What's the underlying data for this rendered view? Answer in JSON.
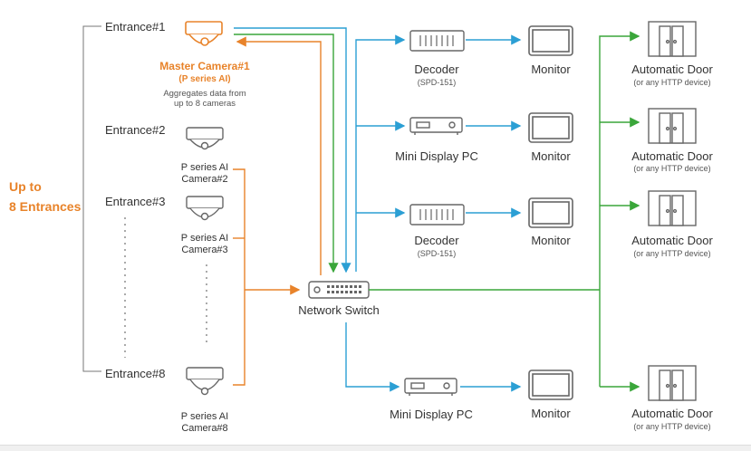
{
  "colors": {
    "orange": "#e8832a",
    "green": "#3aa63a",
    "blue": "#2b9fd4",
    "gray": "#555555"
  },
  "group_label": "Up to\n8 Entrances",
  "entrances": [
    "Entrance#1",
    "Entrance#2",
    "Entrance#3",
    "Entrance#8"
  ],
  "master_camera": {
    "title": "Master Camera#1",
    "subtitle": "(P series AI)",
    "note": "Aggregates data from\nup to 8 cameras"
  },
  "cameras": [
    "P series AI\nCamera#2",
    "P series AI\nCamera#3",
    "P series AI\nCamera#8"
  ],
  "switch_label": "Network Switch",
  "outputs": [
    {
      "device": "Decoder",
      "device_sub": "(SPD-151)",
      "monitor": "Monitor"
    },
    {
      "device": "Mini Display PC",
      "device_sub": "",
      "monitor": "Monitor"
    },
    {
      "device": "Decoder",
      "device_sub": "(SPD-151)",
      "monitor": "Monitor"
    },
    {
      "device": "Mini Display PC",
      "device_sub": "",
      "monitor": "Monitor"
    }
  ],
  "doors": [
    {
      "label": "Automatic Door",
      "sub": "(or any HTTP device)"
    },
    {
      "label": "Automatic Door",
      "sub": "(or any HTTP device)"
    },
    {
      "label": "Automatic Door",
      "sub": "(or any HTTP device)"
    },
    {
      "label": "Automatic Door",
      "sub": "(or any HTTP device)"
    }
  ]
}
